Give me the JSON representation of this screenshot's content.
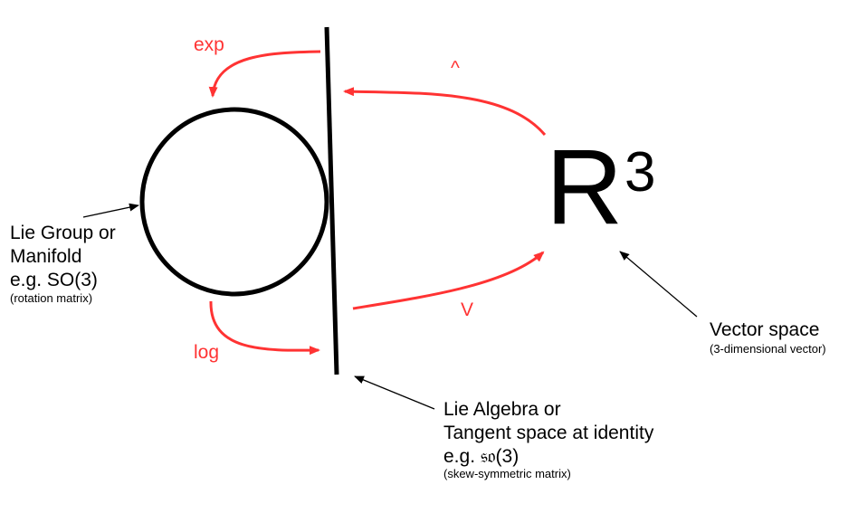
{
  "operators": {
    "exp": "exp",
    "log": "log",
    "hat": "^",
    "vee": "V"
  },
  "space": {
    "symbol": "R",
    "exponent": "3"
  },
  "group": {
    "line1": "Lie Group or",
    "line2": "Manifold",
    "line3": "e.g. SO(3)",
    "note": "(rotation matrix)"
  },
  "algebra": {
    "line1": "Lie Algebra or",
    "line2": "Tangent space at identity",
    "example_prefix": "e.g. ",
    "example_symbol": "𝔰𝔬",
    "example_suffix": "(3)",
    "note": "(skew-symmetric matrix)"
  },
  "vector": {
    "line1": "Vector space",
    "note": "(3-dimensional vector)"
  },
  "colors": {
    "mapping_arrows": "#ff3333",
    "shapes": "#000000"
  }
}
